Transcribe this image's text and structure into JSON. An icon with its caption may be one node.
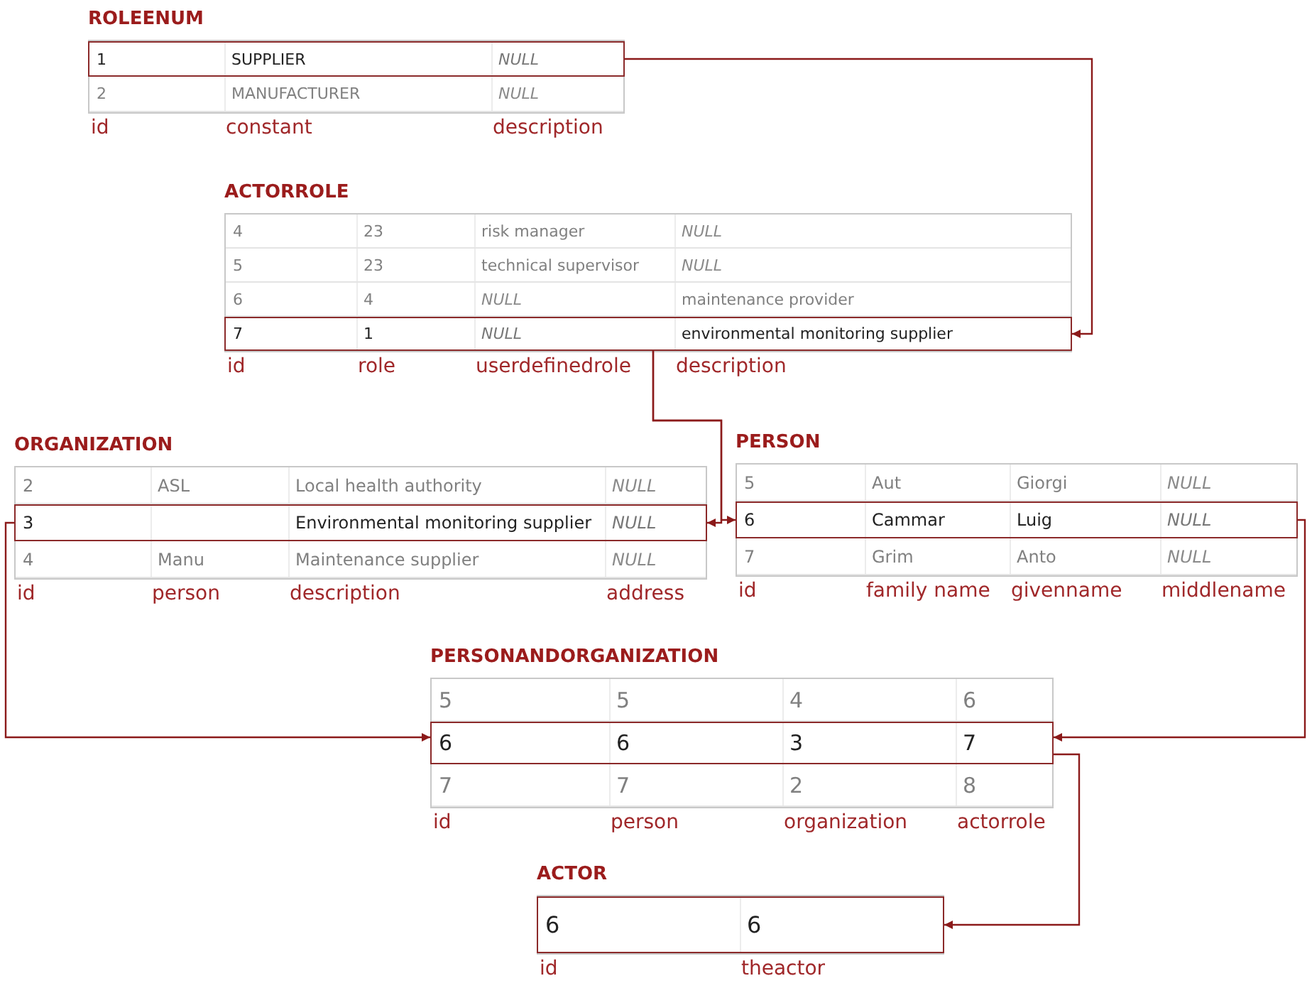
{
  "diagram": {
    "nodes": [
      {
        "text": [
          "ROLEENUM",
          "id",
          "constant",
          "description"
        ]
      },
      {
        "text": [
          "1",
          "SUPPLIER",
          "NULL"
        ],
        "in": 0
      },
      {
        "text": [
          "2",
          "MANUFACTURER",
          "NULL"
        ],
        "in": 0
      },
      {
        "text": [
          "ACTORROLE",
          "id",
          "role",
          "userdefinedrole",
          "description"
        ]
      },
      {
        "text": [
          "4",
          "23",
          "risk manager",
          "NULL"
        ],
        "in": 3
      },
      {
        "text": [
          "5",
          "23",
          "technical supervisor",
          "NULL"
        ],
        "in": 3
      },
      {
        "text": [
          "6",
          "4",
          "NULL",
          "maintenance provider"
        ],
        "in": 3
      },
      {
        "text": [
          "7",
          "1",
          "NULL",
          "environmental monitoring supplier"
        ],
        "in": 3
      },
      {
        "text": [
          "ORGANIZATION",
          "id",
          "person",
          "description",
          "address"
        ]
      },
      {
        "text": [
          "2",
          "ASL",
          "Local health authority",
          "NULL"
        ],
        "in": 8
      },
      {
        "text": [
          "3",
          "Environmental monitoring supplier",
          "NULL"
        ],
        "in": 8
      },
      {
        "text": [
          "4",
          "Manu",
          "Maintenance supplier",
          "NULL"
        ],
        "in": 8
      },
      {
        "text": [
          "PERSON",
          "id",
          "family  name",
          "givenname",
          "middlename"
        ]
      },
      {
        "text": [
          "5",
          "Aut",
          "Giorgi",
          "NULL"
        ],
        "in": 12
      },
      {
        "text": [
          "6",
          "Cammar",
          "Luig",
          "NULL"
        ],
        "in": 12
      },
      {
        "text": [
          "7",
          "Grim",
          "Anto",
          "NULL"
        ],
        "in": 12
      },
      {
        "text": [
          "PERSONANDORGANIZATION",
          "id",
          "person",
          "organization",
          "actorrole"
        ]
      },
      {
        "text": [
          "5",
          "5",
          "4",
          "6"
        ],
        "in": 16
      },
      {
        "text": [
          "6",
          "6",
          "3",
          "7"
        ],
        "in": 16
      },
      {
        "text": [
          "7",
          "7",
          "2",
          "8"
        ],
        "in": 16
      },
      {
        "text": [
          "ACTOR",
          "id",
          "theactor"
        ]
      },
      {
        "text": [
          "6",
          "6"
        ],
        "in": 20
      }
    ],
    "edges": [
      {
        "from": 1,
        "to": 7,
        "arrow": "to"
      },
      {
        "from": 7,
        "to": 10,
        "arrow": "to"
      },
      {
        "from": 7,
        "to": 14,
        "arrow": "to"
      },
      {
        "from": 10,
        "to": 18,
        "arrow": "to"
      },
      {
        "from": 14,
        "to": 18,
        "arrow": "to"
      },
      {
        "from": 18,
        "to": 21,
        "arrow": "to"
      }
    ]
  }
}
